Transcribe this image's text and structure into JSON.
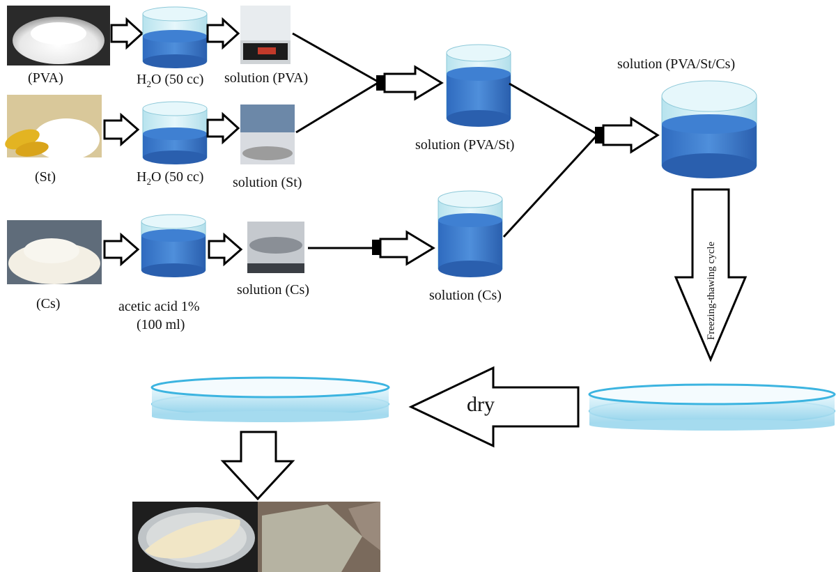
{
  "materials": {
    "pva": "(PVA)",
    "st": "(St)",
    "cs": "(Cs)"
  },
  "solvents": {
    "water_1": {
      "main": "H",
      "sub": "2",
      "rest": "O (50 cc)"
    },
    "water_2": {
      "main": "H",
      "sub": "2",
      "rest": "O (50 cc)"
    },
    "acid_line1": "acetic acid 1%",
    "acid_line2": "(100 ml)"
  },
  "solutions": {
    "pva": "solution (PVA)",
    "st": "solution (St)",
    "cs": "solution (Cs)",
    "pva_st": "solution (PVA/St)",
    "cs_beaker": "solution (Cs)",
    "final": "solution (PVA/St/Cs)"
  },
  "steps": {
    "freeze_thaw": "Freezing-thawing cycle",
    "dry": "dry"
  },
  "colors": {
    "liquid": "#3a78c8",
    "liquid_dark": "#1f5aa6",
    "glass": "#c9ecf4",
    "dish": "#9ad8ec"
  }
}
